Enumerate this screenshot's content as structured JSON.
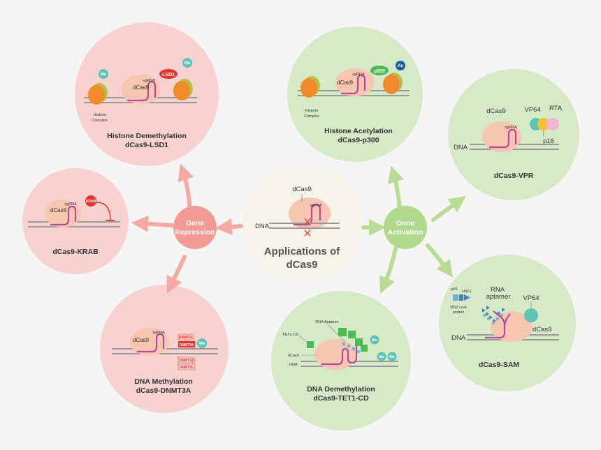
{
  "colors": {
    "background": "#f5f5f5",
    "repression_circle": "#f8d2cf",
    "repression_hub": "#f29a93",
    "repression_arrow": "#f4a9a2",
    "activation_circle": "#d7eac8",
    "activation_hub": "#b1d98b",
    "activation_arrow": "#b9dc95",
    "center_circle": "#f7f3e9",
    "dcas9_blob": "#f7c6b0",
    "sgrna": "#b44aa0",
    "dna": "#9a9a9a",
    "histone": "#f08a2a",
    "methyl": "#5cc4b4",
    "effector_red": "#e5322c",
    "effector_green": "#4cba57",
    "acetyl": "#1f5f9e"
  },
  "center": {
    "title_line1": "Applications of",
    "title_line2": "dCas9",
    "dcas9_label": "dCas9",
    "dna_label": "DNA",
    "sgrna_label": "sgRNA"
  },
  "hubs": {
    "repression_line1": "Gene",
    "repression_line2": "Repression",
    "activation_line1": "Gene",
    "activation_line2": "Activation"
  },
  "panels": {
    "lsd1": {
      "title_line1": "Histone Demethylation",
      "title_line2": "dCas9-LSD1",
      "dcas9_label": "dCas9",
      "sgrna_label": "sgRNA",
      "effector_label": "LSD1",
      "methyl_left": "Me",
      "methyl_right": "Me",
      "histone_line1": "Histone",
      "histone_line2": "Complex"
    },
    "p300": {
      "title_line1": "Histone Acetylation",
      "title_line2": "dCas9-p300",
      "dcas9_label": "dCas9",
      "sgrna_label": "sgRNA",
      "effector_label": "p300",
      "acetyl_label": "Ac",
      "histone_line1": "Histone",
      "histone_line2": "Complex"
    },
    "vpr": {
      "title": "dCas9-VPR",
      "dcas9_label": "dCas9",
      "dna_label": "DNA",
      "sgrna_label": "sgRNA",
      "vp64_label": "VP64",
      "rta_label": "RTA",
      "p16_label": "p16"
    },
    "krab": {
      "title": "dCas9-KRAB",
      "dcas9_label": "dCas9",
      "sgrna_label": "sgRNA",
      "effector_label": "KRAB"
    },
    "dnmt3a": {
      "title_line1": "DNA Methylation",
      "title_line2": "dCas9-DNMT3A",
      "dcas9_label": "dCas9",
      "sgrna_label": "sgRNA",
      "dnmt3l_top": "DNMT3L",
      "dnmt3a_main": "DNMT3A",
      "dnmt3a_bottom": "DNMT3A",
      "dnmt3l_bottom": "DNMT3L",
      "methyl_label": "Me"
    },
    "tet1": {
      "title_line1": "DNA Demethylation",
      "title_line2": "dCas9-TET1-CD",
      "tet1_label": "TET1-CD",
      "rna_aptamer_label": "RNA Aptamer",
      "dcas9_label": "dCas9",
      "dna_label": "DNA",
      "methyl_labels": [
        "Me",
        "Me",
        "Me"
      ]
    },
    "sam": {
      "title": "dCas9-SAM",
      "rna_aptamer_line1": "RNA",
      "rna_aptamer_line2": "aptamer",
      "vp64_label": "VP64",
      "dcas9_label": "dCas9",
      "dna_label": "DNA",
      "p65_label": "p65",
      "hsf1_label": "HSF1",
      "ms2_line1": "MS2 coat",
      "ms2_line2": "protein"
    }
  }
}
